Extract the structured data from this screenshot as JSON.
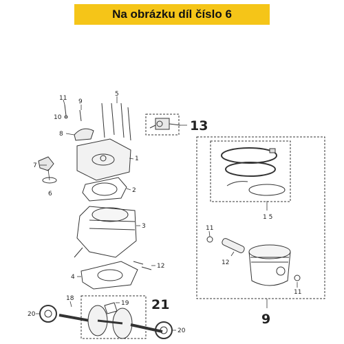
{
  "banner": {
    "text": "Na obrázku díl číslo 6",
    "color": "#f5c518"
  },
  "callouts": {
    "c1": "1",
    "c2": "2",
    "c3": "3",
    "c4": "4",
    "c5": "5",
    "c6": "6",
    "c7": "7",
    "c8": "8",
    "c9a": "9",
    "c10": "10",
    "c11a": "11",
    "c11b": "11",
    "c11c": "11",
    "c12a": "12",
    "c12b": "12",
    "c15": "1 5",
    "c18": "18",
    "c19": "19",
    "c20a": "20",
    "c20b": "20"
  },
  "groups": {
    "g13": "13",
    "g9": "9",
    "g21": "21"
  }
}
